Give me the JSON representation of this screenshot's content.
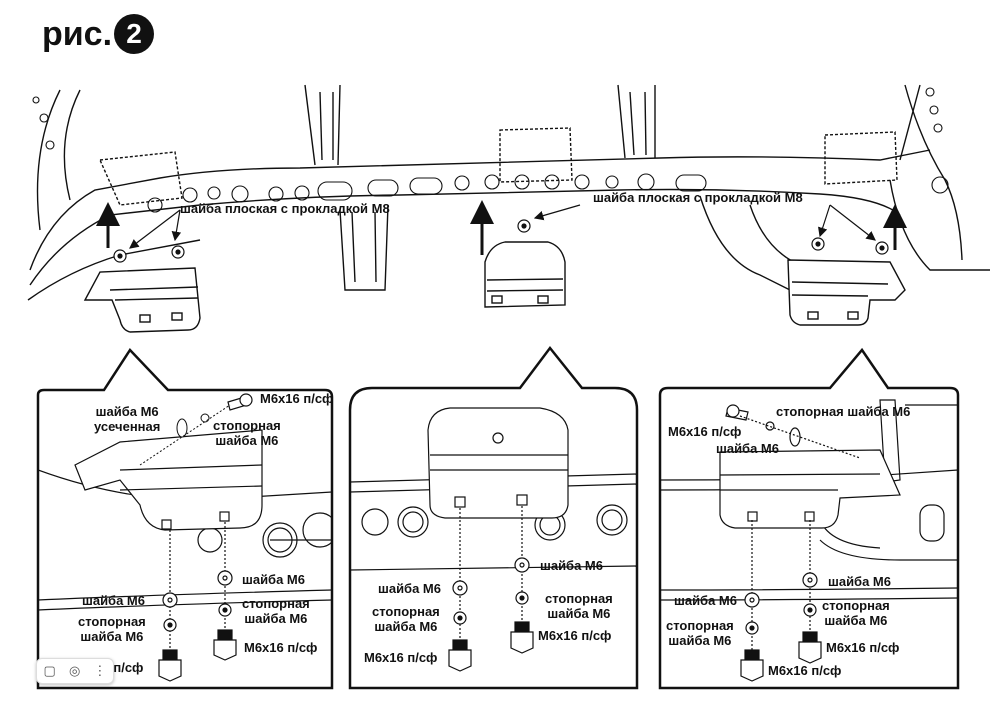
{
  "figure": {
    "prefix": "рис.",
    "number": "2"
  },
  "top_labels": {
    "left": "шайба плоская с прокладкой М8",
    "right": "шайба плоская с прокладкой М8"
  },
  "left_detail": {
    "washer_truncated": "шайба М6\nусеченная",
    "bolt_top": "М6х16 п/сф",
    "lock_washer_top": "стопорная\nшайба М6",
    "washer_right": "шайба М6",
    "washer_left": "шайба М6",
    "lock_washer_right": "стопорная\nшайба М6",
    "lock_washer_left": "стопорная\nшайба М6",
    "bolt_right": "М6х16 п/сф",
    "bolt_left": "М6х16 п/сф"
  },
  "center_detail": {
    "washer_right": "шайба М6",
    "washer_left": "шайба М6",
    "lock_washer_left": "стопорная\nшайба М6",
    "lock_washer_right": "стопорная\nшайба М6",
    "bolt_left": "М6х16 п/сф",
    "bolt_right": "М6х16 п/сф"
  },
  "right_detail": {
    "lock_washer_top": "стопорная шайба М6",
    "bolt_top": "М6х16 п/сф",
    "washer_top": "шайба М6",
    "washer_right": "шайба М6",
    "washer_left": "шайба М6",
    "lock_washer_right": "стопорная\nшайба М6",
    "lock_washer_left": "стопорная\nшайба М6",
    "bolt_right": "М6х16 п/сф",
    "bolt_bottom": "М6х16 п/сф"
  },
  "toolbar": {
    "icon_left": "tag-icon",
    "icon_mid": "lens-icon",
    "icon_right": "more-icon"
  }
}
